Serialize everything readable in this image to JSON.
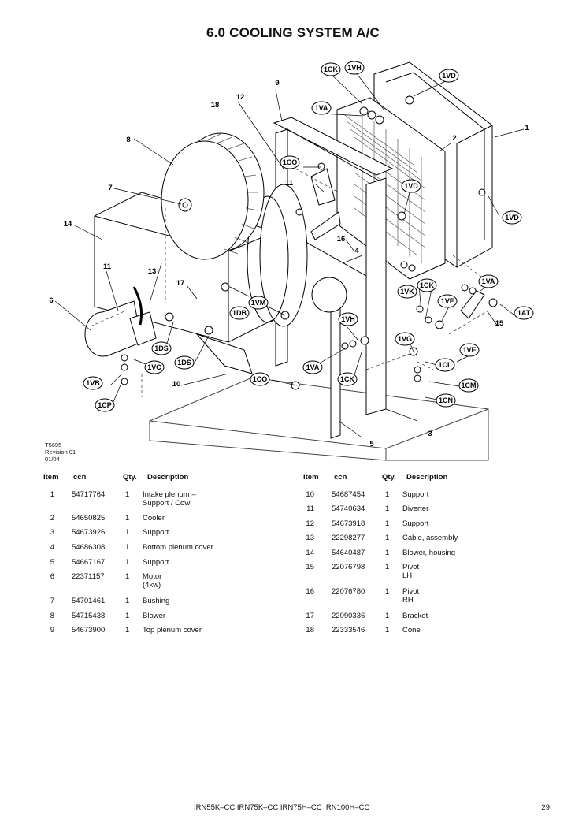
{
  "page": {
    "title": "6.0  COOLING SYSTEM A/C",
    "revision_lines": [
      "T5695",
      "Revision 01",
      "01/04"
    ],
    "footer_models": "IRN55K–CC   IRN75K–CC  IRN75H–CC  IRN100H–CC",
    "page_number": "29"
  },
  "table_headers": {
    "item": "Item",
    "ccn": "ccn",
    "qty": "Qty.",
    "desc": "Description"
  },
  "parts_left": [
    {
      "item": "1",
      "ccn": "54717764",
      "qty": "1",
      "desc": "Intake plenum –",
      "desc2": "Support / Cowl"
    },
    {
      "item": "2",
      "ccn": "54650825",
      "qty": "1",
      "desc": "Cooler",
      "desc2": ""
    },
    {
      "item": "3",
      "ccn": "54673926",
      "qty": "1",
      "desc": "Support",
      "desc2": ""
    },
    {
      "item": "4",
      "ccn": "54686308",
      "qty": "1",
      "desc": "Bottom plenum cover",
      "desc2": ""
    },
    {
      "item": "5",
      "ccn": "54667167",
      "qty": "1",
      "desc": "Support",
      "desc2": ""
    },
    {
      "item": "6",
      "ccn": "22371157",
      "qty": "1",
      "desc": "Motor",
      "desc2": "(4kw)"
    },
    {
      "item": "7",
      "ccn": "54701461",
      "qty": "1",
      "desc": "Bushing",
      "desc2": ""
    },
    {
      "item": "8",
      "ccn": "54715438",
      "qty": "1",
      "desc": "Blower",
      "desc2": ""
    },
    {
      "item": "9",
      "ccn": "54673900",
      "qty": "1",
      "desc": "Top plenum cover",
      "desc2": ""
    }
  ],
  "parts_right": [
    {
      "item": "10",
      "ccn": "54687454",
      "qty": "1",
      "desc": "Support",
      "desc2": ""
    },
    {
      "item": "11",
      "ccn": "54740634",
      "qty": "1",
      "desc": "Diverter",
      "desc2": ""
    },
    {
      "item": "12",
      "ccn": "54673918",
      "qty": "1",
      "desc": "Support",
      "desc2": ""
    },
    {
      "item": "13",
      "ccn": "22298277",
      "qty": "1",
      "desc": "Cable, assembly",
      "desc2": ""
    },
    {
      "item": "14",
      "ccn": "54640487",
      "qty": "1",
      "desc": "Blower, housing",
      "desc2": ""
    },
    {
      "item": "15",
      "ccn": "22076798",
      "qty": "1",
      "desc": "Pivot",
      "desc2": "LH"
    },
    {
      "item": "16",
      "ccn": "22076780",
      "qty": "1",
      "desc": "Pivot",
      "desc2": "RH"
    },
    {
      "item": "17",
      "ccn": "22090336",
      "qty": "1",
      "desc": "Bracket",
      "desc2": ""
    },
    {
      "item": "18",
      "ccn": "22333546",
      "qty": "1",
      "desc": "Cone",
      "desc2": ""
    }
  ],
  "diagram": {
    "callouts": [
      "1CK",
      "1VH",
      "1VD",
      "1VA",
      "1CO",
      "1VD",
      "1VD",
      "1CK",
      "1VA",
      "1VK",
      "1VF",
      "1AT",
      "1VM",
      "1DB",
      "1VH",
      "1VG",
      "1VE",
      "1DS",
      "1VC",
      "1DS",
      "1CL",
      "1VA",
      "1CK",
      "1CM",
      "1CO",
      "1CN",
      "1VB",
      "1CP"
    ],
    "numbers": [
      "1",
      "2",
      "3",
      "4",
      "5",
      "6",
      "7",
      "8",
      "9",
      "10",
      "11",
      "11",
      "12",
      "13",
      "14",
      "15",
      "16",
      "17",
      "18"
    ]
  }
}
